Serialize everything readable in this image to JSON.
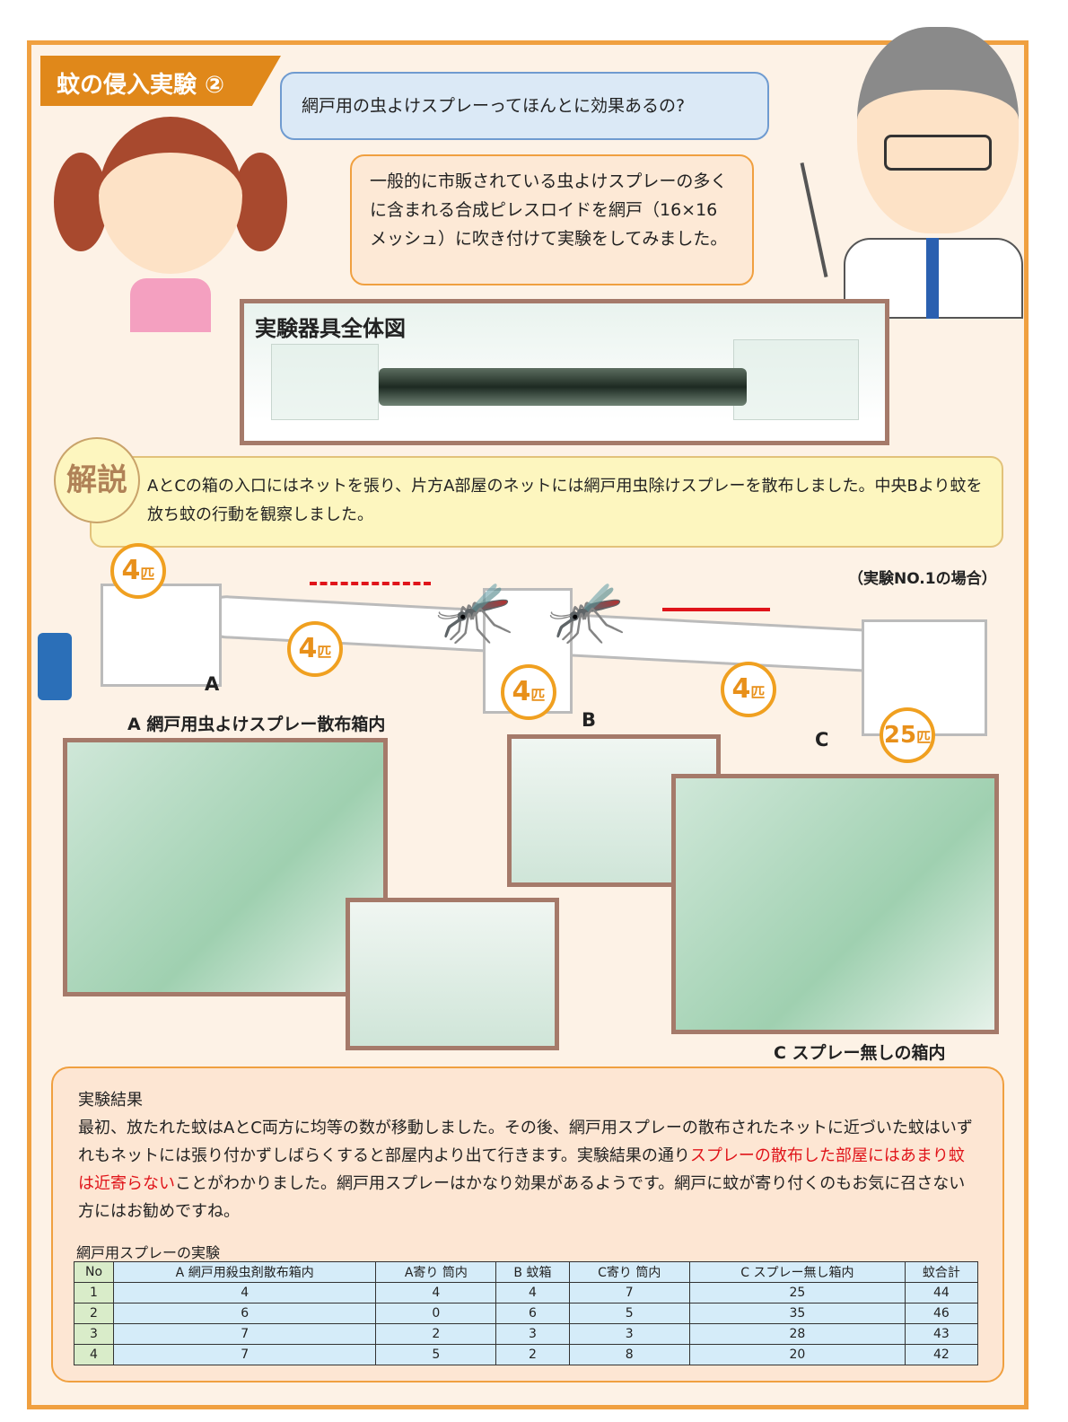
{
  "title": "蚊の侵入実験 ②",
  "question": "網戸用の虫よけスプレーってほんとに効果あるの?",
  "answer": "一般的に市販されている虫よけスプレーの多くに含まれる合成ピレスロイドを網戸（16×16メッシュ）に吹き付けて実験をしてみました。",
  "overall_label": "実験器具全体図",
  "kaisetsu_badge": "解説",
  "kaisetsu": "AとCの箱の入口にはネットを張り、片方A部屋のネットには網戸用虫除けスプレーを散布しました。中央Bより蚊を放ち蚊の行動を観察しました。",
  "case_note": "（実験NO.1の場合）",
  "counts": {
    "a_box": "4",
    "a_tube": "4",
    "b_box": "4",
    "c_tube": "4",
    "c_box": "25",
    "unit": "匹"
  },
  "labels": {
    "a": "A",
    "b": "B",
    "c": "C",
    "a_photo": "A 網戸用虫よけスプレー散布箱内",
    "c_photo": "C スプレー無しの箱内"
  },
  "result": {
    "heading": "実験結果",
    "text1": "最初、放たれた蚊はAとC両方に均等の数が移動しました。その後、網戸用スプレーの散布されたネットに近づいた蚊はいずれもネットには張り付かずしばらくすると部屋内より出て行きます。実験結果の通り",
    "highlight": "スプレーの散布した部屋にはあまり蚊は近寄らない",
    "text2": "ことがわかりました。網戸用スプレーはかなり効果があるようです。網戸に蚊が寄り付くのもお気に召さない方にはお勧めですね。"
  },
  "table": {
    "title": "網戸用スプレーの実験",
    "headers": [
      "No",
      "A 網戸用殺虫剤散布箱内",
      "A寄り 筒内",
      "B 蚊箱",
      "C寄り 筒内",
      "C スプレー無し箱内",
      "蚊合計"
    ],
    "rows": [
      [
        "1",
        "4",
        "4",
        "4",
        "7",
        "25",
        "44"
      ],
      [
        "2",
        "6",
        "0",
        "6",
        "5",
        "35",
        "46"
      ],
      [
        "3",
        "7",
        "2",
        "3",
        "3",
        "28",
        "43"
      ],
      [
        "4",
        "7",
        "5",
        "2",
        "8",
        "20",
        "42"
      ]
    ]
  },
  "colors": {
    "frame": "#f0a040",
    "highlight": "#e0141a"
  }
}
